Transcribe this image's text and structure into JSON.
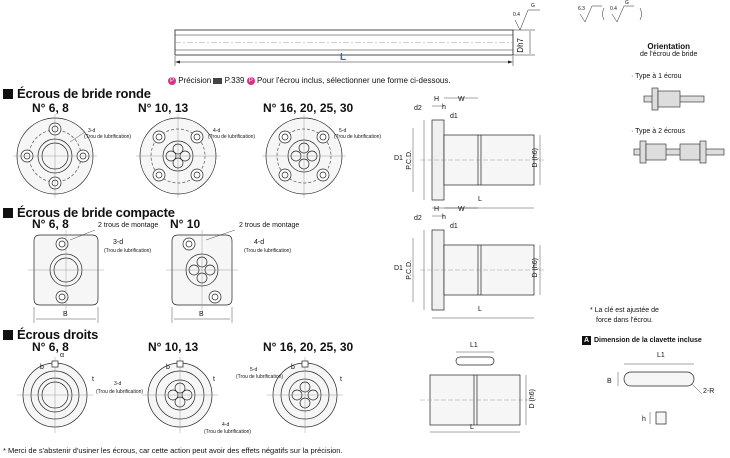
{
  "shaft": {
    "length_label": "L",
    "dia_label": "Dh7",
    "rough1": "0.4",
    "rough2": "6.3",
    "rough3": "0.4",
    "g_label": "G"
  },
  "precision_note": {
    "prefix": "Précision",
    "page": "P.339",
    "suffix": "Pour l'écrou inclus, sélectionner une forme ci-dessous."
  },
  "orientation": {
    "title_line1": "Orientation",
    "title_line2": "de l'écrou de bride",
    "type1": "· Type à 1 écrou",
    "type2": "· Type à 2 écrous"
  },
  "sections": {
    "round": {
      "title": "Écrous de bride ronde",
      "h1": "N° 6, 8",
      "h2": "N° 10, 13",
      "h3": "N° 16, 20, 25, 30",
      "hole3": "3-d",
      "hole4": "4-d",
      "hole5": "5-d",
      "lub": "(Trou de lubrification)"
    },
    "compact": {
      "title": "Écrous de bride compacte",
      "h1": "N° 6, 8",
      "h2": "N° 10",
      "mount1": "2 trous de montage",
      "mount2": "2 trous de montage",
      "hole3": "3-d",
      "hole4": "4-d",
      "lub": "(Trou de lubrification)",
      "b_label": "B"
    },
    "straight": {
      "title": "Écrous droits",
      "h1": "N° 6, 8",
      "h2": "N° 10, 13",
      "h3": "N° 16, 20, 25, 30",
      "alpha": "α",
      "b": "b",
      "t": "t",
      "hole3": "3-d",
      "hole4": "4-d",
      "hole5": "5-d",
      "lub": "(Trou de lubrification)"
    }
  },
  "dims": {
    "H": "H",
    "h": "h",
    "W": "W",
    "d1": "d1",
    "d2": "d2",
    "D1": "D1",
    "PCD": "P.C.D.",
    "D": "D (h6)",
    "L": "L",
    "L1": "L1",
    "B": "B",
    "R": "2-R",
    "hh": "h"
  },
  "side_notes": {
    "key_note_1": "* La clé est ajustée de",
    "key_note_2": "force dans l'écrou.",
    "key_badge": "A",
    "key_title": "Dimension de la clavette incluse"
  },
  "footer": "* Merci de s'abstenir d'usiner les écrous, car cette action peut avoir des effets négatifs sur la précision."
}
